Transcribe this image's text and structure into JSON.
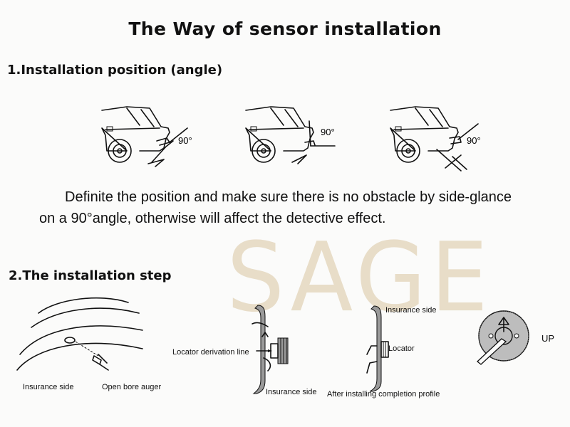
{
  "title": "The Way of sensor installation",
  "section1": {
    "heading": "1.Installation position (angle)",
    "angle_labels": [
      "90°",
      "90°",
      "90°"
    ],
    "paragraph_line1": "Definite the position and make sure there is no obstacle by side-glance",
    "paragraph_line2": "on a 90°angle, otherwise will affect the detective effect."
  },
  "section2": {
    "heading": "2.The installation step",
    "step1": {
      "label_insurance_side": "Insurance side",
      "label_auger": "Open bore auger"
    },
    "step2": {
      "label_locator_line": "Locator derivation line",
      "label_insurance_side": "Insurance side"
    },
    "step3": {
      "label_insurance_side": "Insurance side",
      "label_locator": "Locator",
      "label_profile": "After installing completion profile"
    },
    "step4": {
      "label_up": "UP"
    }
  },
  "watermark": "SAGE"
}
